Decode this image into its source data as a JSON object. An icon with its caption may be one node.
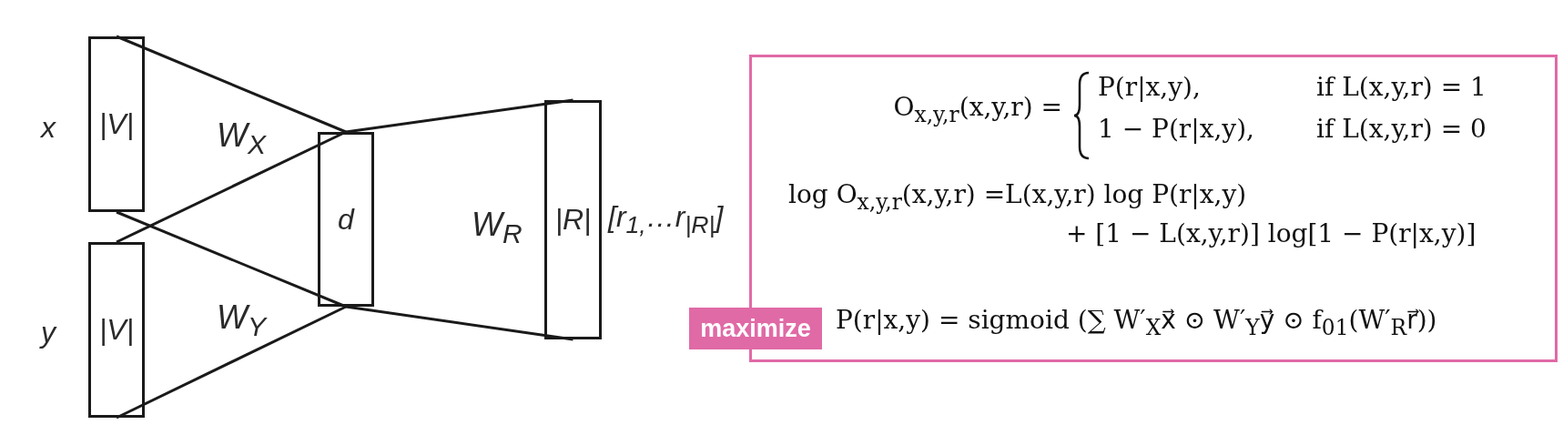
{
  "diagram": {
    "nodes": [
      {
        "text": [
          "|V|"
        ],
        "beside": [
          "x"
        ]
      },
      {
        "text": [
          "|V|"
        ],
        "beside": [
          "y"
        ]
      },
      {
        "text": [
          "d"
        ]
      },
      {
        "text": [
          "|R|"
        ],
        "beside": [
          "[r$_{1,}$…r$_{|R|}$]"
        ]
      },
      {
        "text": [
          "O$_{x,y,r}$(x,y,r) =",
          "P(r|x,y),",
          "if L(x,y,r) = 1",
          "1 − P(r|x,y),",
          "if L(x,y,r) = 0",
          "log O$_{x,y,r}$(x,y,r) =L(x,y,r) log P(r|x,y) + [1 − L(x,y,r)] log[1 − P(r|x,y)]",
          "P(r|x,y) = sigmoid (∑ W′$_{X}$x⃗ ⊙ W′$_{Y}$y⃗ ⊙ f$_{01}$(W′$_{R}$r⃗))"
        ]
      },
      {
        "text": [
          "maximize"
        ]
      }
    ],
    "edges": [
      {
        "from": 0,
        "to": 2,
        "arrow": "none"
      },
      {
        "from": 0,
        "to": 2,
        "arrow": "none"
      },
      {
        "from": 1,
        "to": 2,
        "arrow": "none"
      },
      {
        "from": 1,
        "to": 2,
        "arrow": "none"
      },
      {
        "from": 2,
        "to": 3,
        "arrow": "none"
      },
      {
        "from": 2,
        "to": 3,
        "arrow": "none"
      }
    ],
    "labels": [
      "W$_{X}$",
      "W$_{R}$",
      "W$_{Y}$"
    ]
  }
}
